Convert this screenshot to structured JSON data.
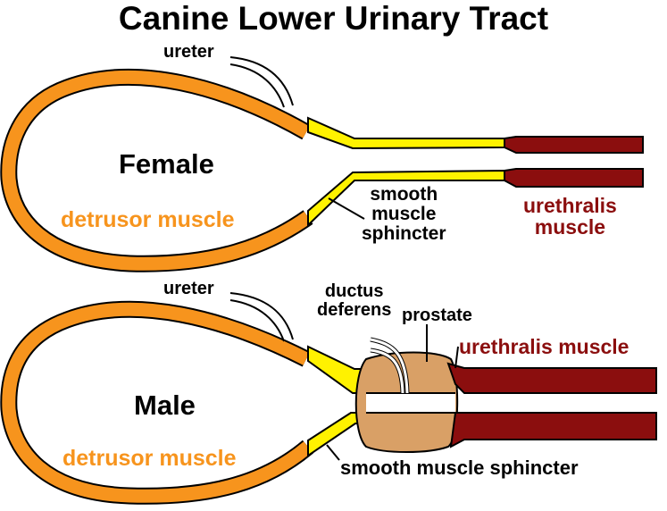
{
  "title": "Canine Lower Urinary Tract",
  "female": {
    "sex_label": "Female",
    "ureter": "ureter",
    "detrusor": "detrusor muscle",
    "sphincter_lines": [
      "smooth",
      "muscle",
      "sphincter"
    ],
    "urethralis_lines": [
      "urethralis",
      "muscle"
    ]
  },
  "male": {
    "sex_label": "Male",
    "ureter": "ureter",
    "ductus_lines": [
      "ductus",
      "deferens"
    ],
    "prostate": "prostate",
    "urethralis": "urethralis muscle",
    "detrusor": "detrusor muscle",
    "sphincter": "smooth muscle sphincter"
  },
  "colors": {
    "detrusor": "#f7941d",
    "sphincter": "#fff200",
    "urethralis": "#8b0e0e",
    "prostate": "#d9a066",
    "text": "#000000"
  }
}
